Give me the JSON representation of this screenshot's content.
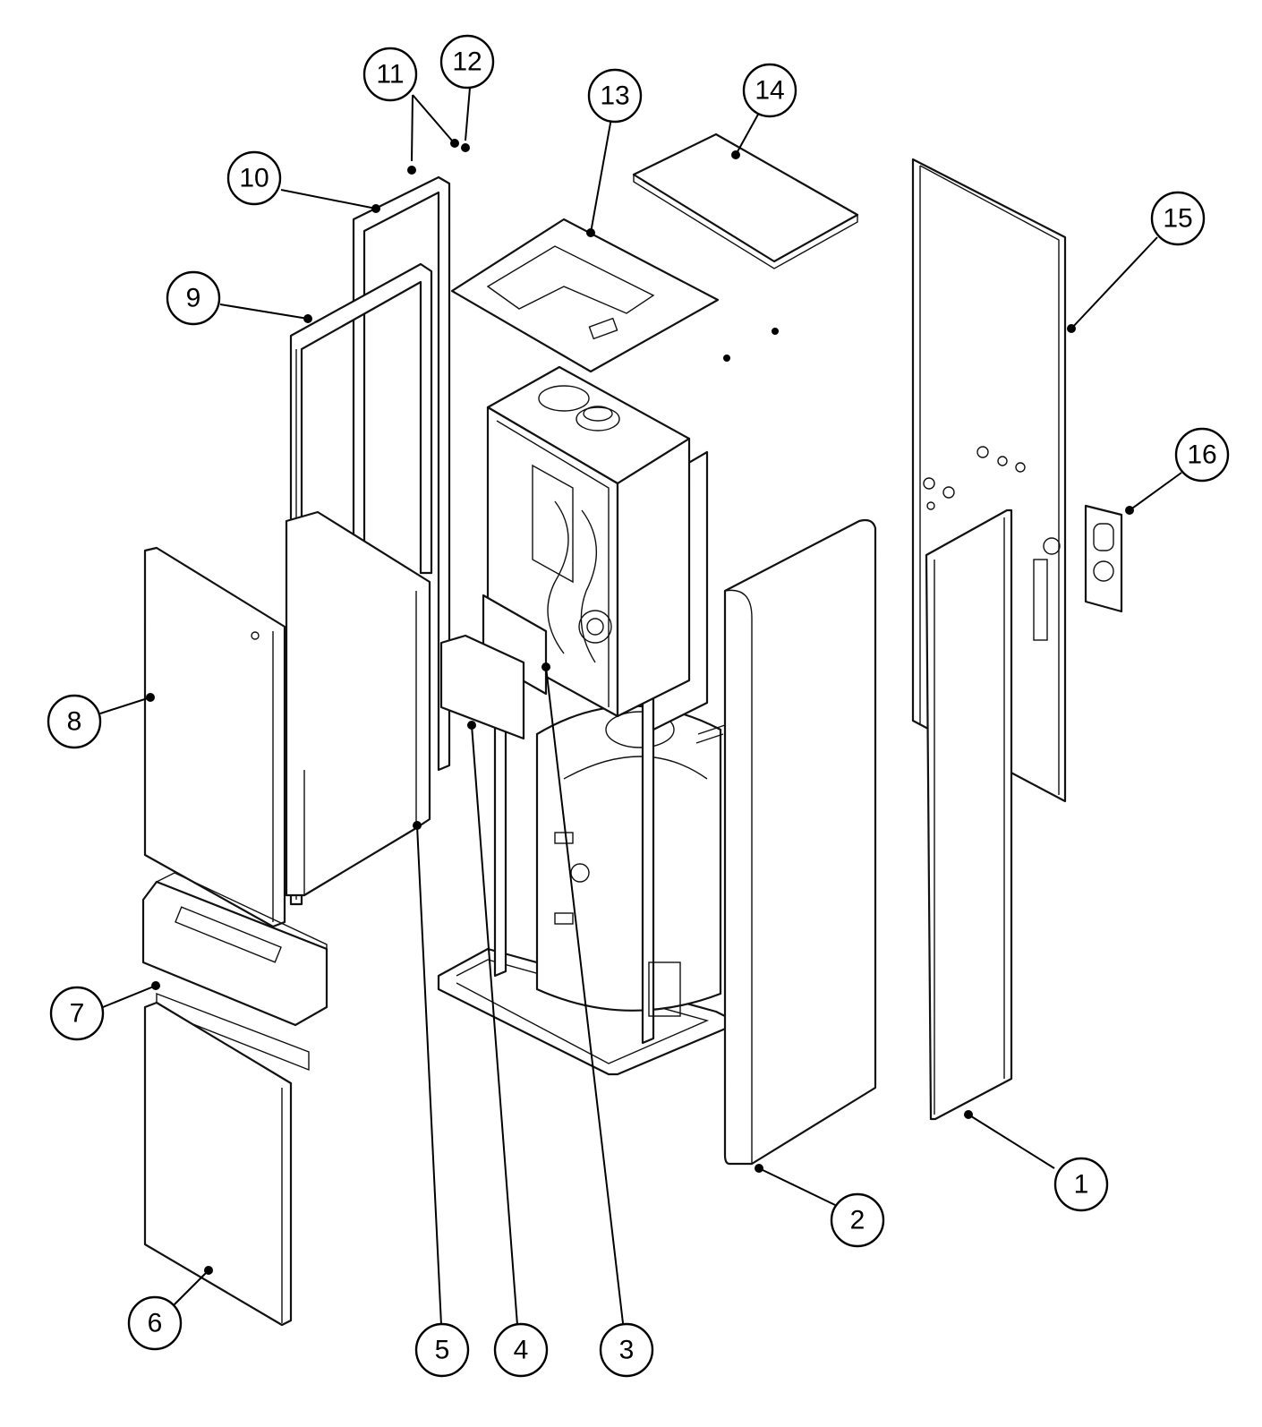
{
  "diagram": {
    "callouts": [
      {
        "number": "1"
      },
      {
        "number": "2"
      },
      {
        "number": "3"
      },
      {
        "number": "4"
      },
      {
        "number": "5"
      },
      {
        "number": "6"
      },
      {
        "number": "7"
      },
      {
        "number": "8"
      },
      {
        "number": "9"
      },
      {
        "number": "10"
      },
      {
        "number": "11"
      },
      {
        "number": "12"
      },
      {
        "number": "13"
      },
      {
        "number": "14"
      },
      {
        "number": "15"
      },
      {
        "number": "16"
      }
    ]
  }
}
